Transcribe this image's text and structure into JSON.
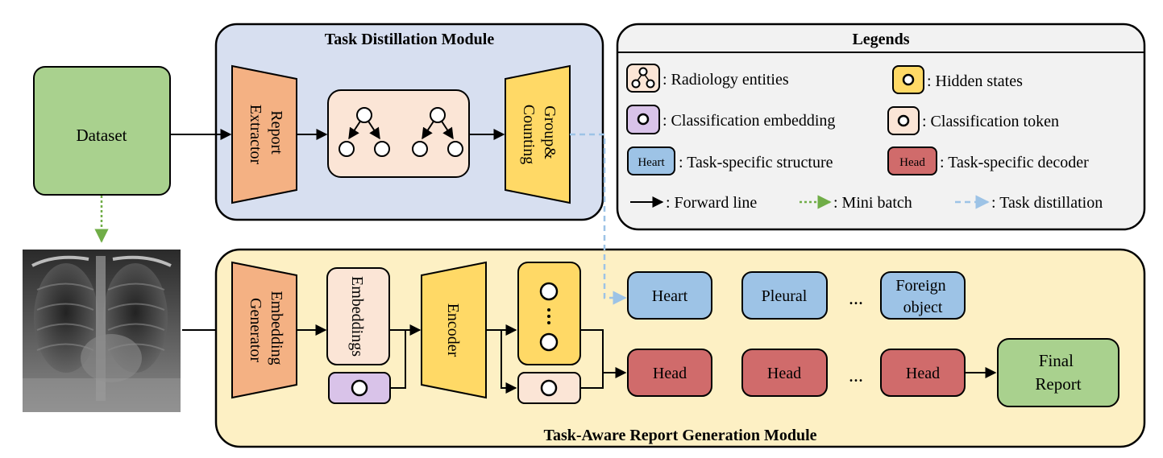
{
  "modules": {
    "distillation_title": "Task Distillation Module",
    "generation_title": "Task-Aware Report Generation Module"
  },
  "dataset": {
    "label": "Dataset"
  },
  "distillation": {
    "report_extractor": [
      "Report",
      "Extractor"
    ],
    "group_counting": [
      "Group&",
      "Counting"
    ]
  },
  "generation": {
    "embedding_generator": [
      "Embedding",
      "Generator"
    ],
    "embeddings": "Embeddings",
    "encoder": "Encoder",
    "structures": {
      "heart": "Heart",
      "pleural": "Pleural",
      "foreign": [
        "Foreign",
        "object"
      ]
    },
    "heads": [
      "Head",
      "Head",
      "Head"
    ],
    "ellipsis": "...",
    "final_report": [
      "Final",
      "Report"
    ]
  },
  "legend": {
    "title": "Legends",
    "items": {
      "radiology_entities": ": Radiology entities",
      "hidden_states": ": Hidden states",
      "classification_embedding": ": Classification embedding",
      "classification_token": ": Classification token",
      "heart_tag": "Heart",
      "task_structure": ": Task-specific structure",
      "head_tag": "Head",
      "task_decoder": ": Task-specific decoder",
      "forward_line": ": Forward line",
      "mini_batch": ": Mini batch",
      "task_distillation": ": Task distillation"
    }
  },
  "colors": {
    "distillation_bg": "#d7dff0",
    "generation_bg": "#fdf0c4",
    "legend_bg": "#f2f2f2",
    "dataset_green": "#a9d18e",
    "orange": "#f4b183",
    "yellow": "#ffd966",
    "peach": "#fbe5d6",
    "purple": "#d9c3e9",
    "blue": "#9dc3e6",
    "red": "#d06b6b",
    "final_green": "#a9d18e",
    "mini_batch": "#70ad47",
    "distill_line": "#9dc3e6"
  },
  "icons": {
    "xray": "chest-xray-image",
    "tree": "tree-graph-icon",
    "node": "circle-node-icon"
  }
}
